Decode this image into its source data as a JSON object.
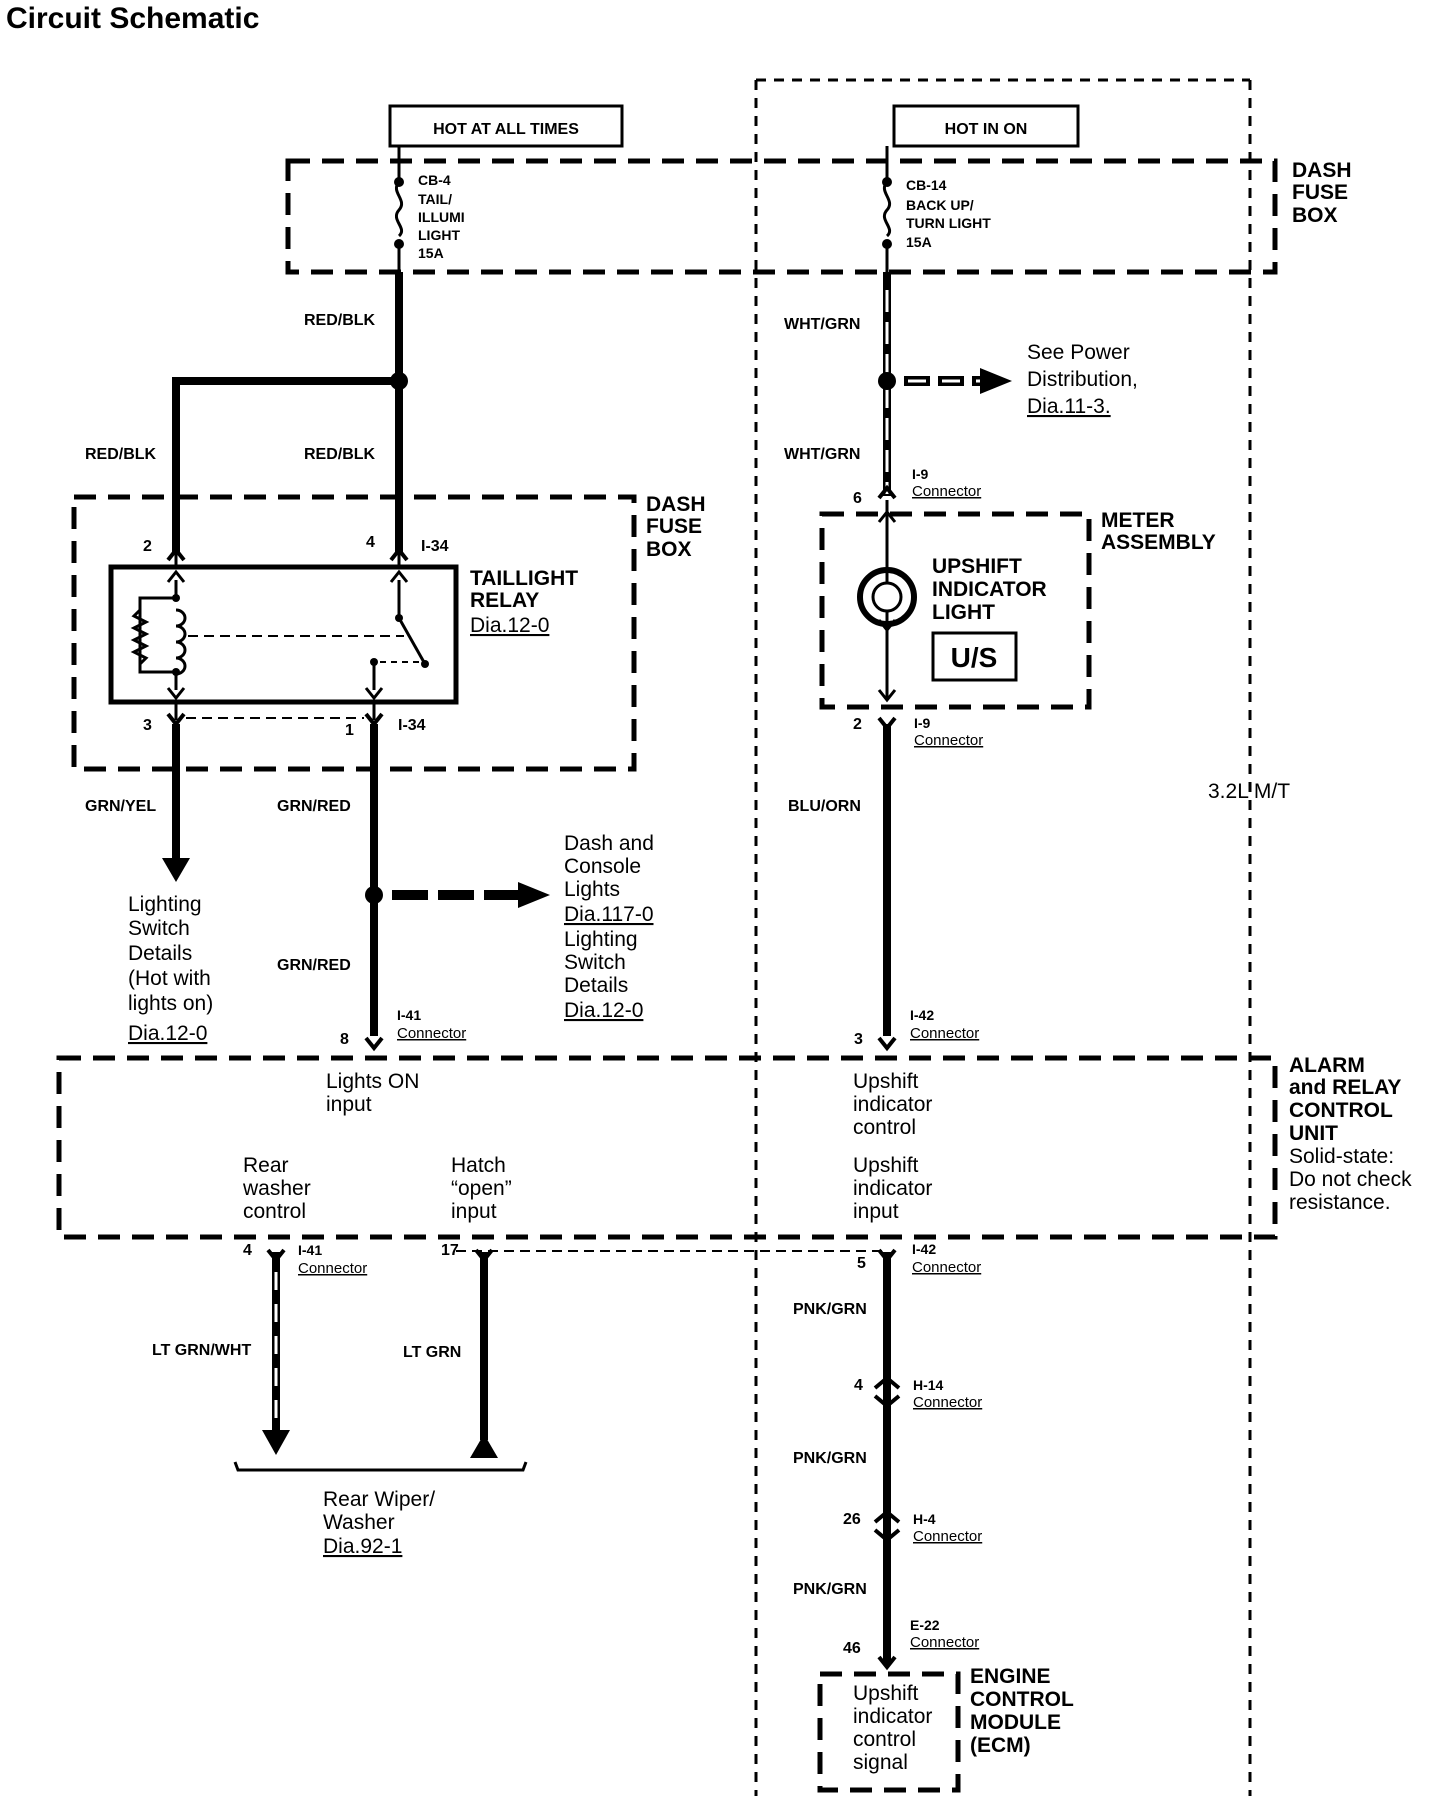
{
  "title": "Circuit Schematic",
  "power": {
    "hot_always": "HOT AT ALL TIMES",
    "hot_in_on": "HOT IN ON"
  },
  "fuse_box": {
    "l1": "DASH",
    "l2": "FUSE",
    "l3": "BOX"
  },
  "fuses": [
    {
      "lines": [
        "CB-4",
        "TAIL/",
        "ILLUMI",
        "LIGHT",
        "15A"
      ]
    },
    {
      "lines": [
        "CB-14",
        "BACK UP/",
        "TURN LIGHT",
        "15A"
      ]
    }
  ],
  "wires": {
    "red_blk": "RED/BLK",
    "wht_grn": "WHT/GRN",
    "grn_yel": "GRN/YEL",
    "grn_red": "GRN/RED",
    "blu_orn": "BLU/ORN",
    "lt_grn_wht": "LT GRN/WHT",
    "lt_grn": "LT GRN",
    "pnk_grn": "PNK/GRN"
  },
  "power_dist": {
    "l1": "See Power",
    "l2": "Distribution,",
    "l3": "Dia.11-3."
  },
  "relay": {
    "l1": "TAILLIGHT",
    "l2": "RELAY",
    "ref": "Dia.12-0",
    "conn": "I-34"
  },
  "meter": {
    "l1": "METER",
    "l2": "ASSEMBLY",
    "light1": "UPSHIFT",
    "light2": "INDICATOR",
    "light3": "LIGHT",
    "symbol": "U/S"
  },
  "connector_word": "Connector",
  "pins": {
    "relay_2": "2",
    "relay_4": "4",
    "relay_3": "3",
    "relay_1": "1",
    "i9_top": "6",
    "i9_bot": "2",
    "i41_top": "8",
    "i42_top": "3",
    "i41_bot": "4",
    "hatch": "17",
    "i42_bot": "5",
    "h14": "4",
    "h4": "26",
    "e22": "46"
  },
  "connectors": {
    "i9": "I-9",
    "i41": "I-41",
    "i42": "I-42",
    "h14": "H-14",
    "h4": "H-4",
    "e22": "E-22"
  },
  "lighting": {
    "l1": "Lighting",
    "l2": "Switch",
    "l3": "Details",
    "l4": "(Hot with",
    "l5": "lights on)",
    "ref": "Dia.12-0"
  },
  "dash_lights": {
    "l1": "Dash and",
    "l2": "Console",
    "l3": "Lights",
    "ref1": "Dia.117-0",
    "l4": "Lighting",
    "l5": "Switch",
    "l6": "Details",
    "ref2": "Dia.12-0"
  },
  "variant": "3.2L M/T",
  "alarm": {
    "title": [
      "ALARM",
      "and RELAY",
      "CONTROL",
      "UNIT"
    ],
    "note": [
      "Solid-state:",
      "Do not check",
      "resistance."
    ],
    "lights_on": [
      "Lights ON",
      "input"
    ],
    "upshift_ctrl": [
      "Upshift",
      "indicator",
      "control"
    ],
    "rear_washer": [
      "Rear",
      "washer",
      "control"
    ],
    "hatch": [
      "Hatch",
      "“open”",
      "input"
    ],
    "upshift_in": [
      "Upshift",
      "indicator",
      "input"
    ]
  },
  "wiper": {
    "l1": "Rear Wiper/",
    "l2": "Washer",
    "ref": "Dia.92-1"
  },
  "ecm": {
    "box": [
      "Upshift",
      "indicator",
      "control",
      "signal"
    ],
    "title": [
      "ENGINE",
      "CONTROL",
      "MODULE",
      "(ECM)"
    ]
  }
}
